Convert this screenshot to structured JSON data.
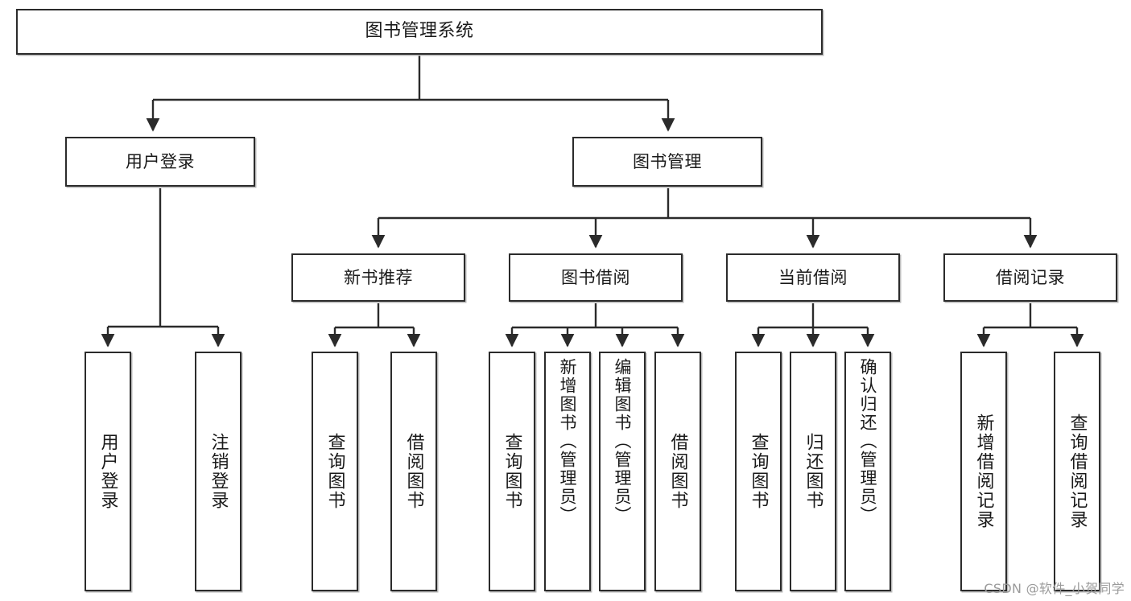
{
  "diagram": {
    "title": "图书管理系统",
    "watermark": "CSDN @软件_小贺同学",
    "colors": {
      "node_border": "#2b2b2b",
      "node_fill": "#ffffff",
      "edge": "#2b2b2b",
      "shadow": "#b8b8b8",
      "watermark": "#9b9b9b",
      "background": "#ffffff"
    },
    "root": {
      "label": "图书管理系统"
    },
    "level2": [
      {
        "label": "用户登录"
      },
      {
        "label": "图书管理"
      }
    ],
    "level3": [
      {
        "label": "新书推荐"
      },
      {
        "label": "图书借阅"
      },
      {
        "label": "当前借阅"
      },
      {
        "label": "借阅记录"
      }
    ],
    "leaves": {
      "user_login": [
        {
          "label": "用户登录"
        },
        {
          "label": "注销登录"
        }
      ],
      "new_book_recommend": [
        {
          "label": "查询图书"
        },
        {
          "label": "借阅图书"
        }
      ],
      "book_borrow": [
        {
          "label": "查询图书"
        },
        {
          "label": "新增图书（管理员）"
        },
        {
          "label": "编辑图书（管理员）"
        },
        {
          "label": "借阅图书"
        }
      ],
      "current_borrow": [
        {
          "label": "查询图书"
        },
        {
          "label": "归还图书"
        },
        {
          "label": "确认归还（管理员）"
        }
      ],
      "borrow_record": [
        {
          "label": "新增借阅记录"
        },
        {
          "label": "查询借阅记录"
        }
      ]
    }
  }
}
